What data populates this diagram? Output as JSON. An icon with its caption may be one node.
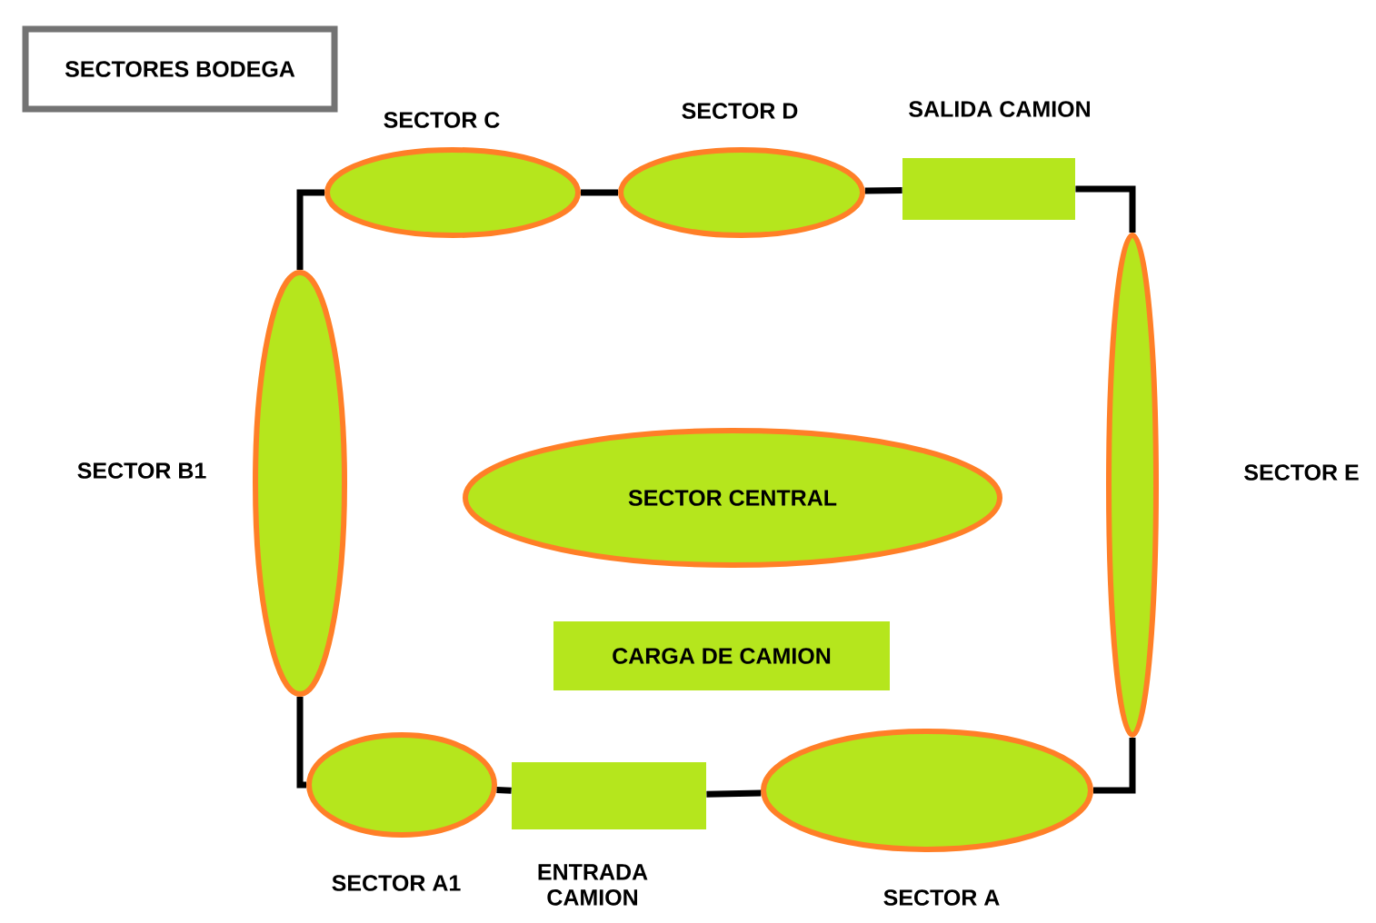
{
  "diagram": {
    "title": "SECTORES BODEGA",
    "nodes": [
      {
        "text": [
          "SECTOR C"
        ]
      },
      {
        "text": [
          "SECTOR D"
        ]
      },
      {
        "text": [
          "SALIDA CAMION"
        ]
      },
      {
        "text": [
          "SECTOR B1"
        ]
      },
      {
        "text": [
          "SECTOR E"
        ]
      },
      {
        "text": [
          "SECTOR CENTRAL"
        ]
      },
      {
        "text": [
          "CARGA DE CAMION"
        ]
      },
      {
        "text": [
          "SECTOR A1"
        ]
      },
      {
        "text": [
          "ENTRADA CAMION"
        ]
      },
      {
        "text": [
          "SECTOR A"
        ]
      }
    ],
    "edges": [
      {
        "from": 0,
        "to": 1,
        "arrow": "none"
      },
      {
        "from": 1,
        "to": 2,
        "arrow": "none"
      },
      {
        "from": 2,
        "to": 4,
        "arrow": "none"
      },
      {
        "from": 0,
        "to": 3,
        "arrow": "none"
      },
      {
        "from": 3,
        "to": 7,
        "arrow": "none"
      },
      {
        "from": 7,
        "to": 8,
        "arrow": "none"
      },
      {
        "from": 8,
        "to": 9,
        "arrow": "none"
      },
      {
        "from": 9,
        "to": 4,
        "arrow": "none"
      }
    ]
  }
}
